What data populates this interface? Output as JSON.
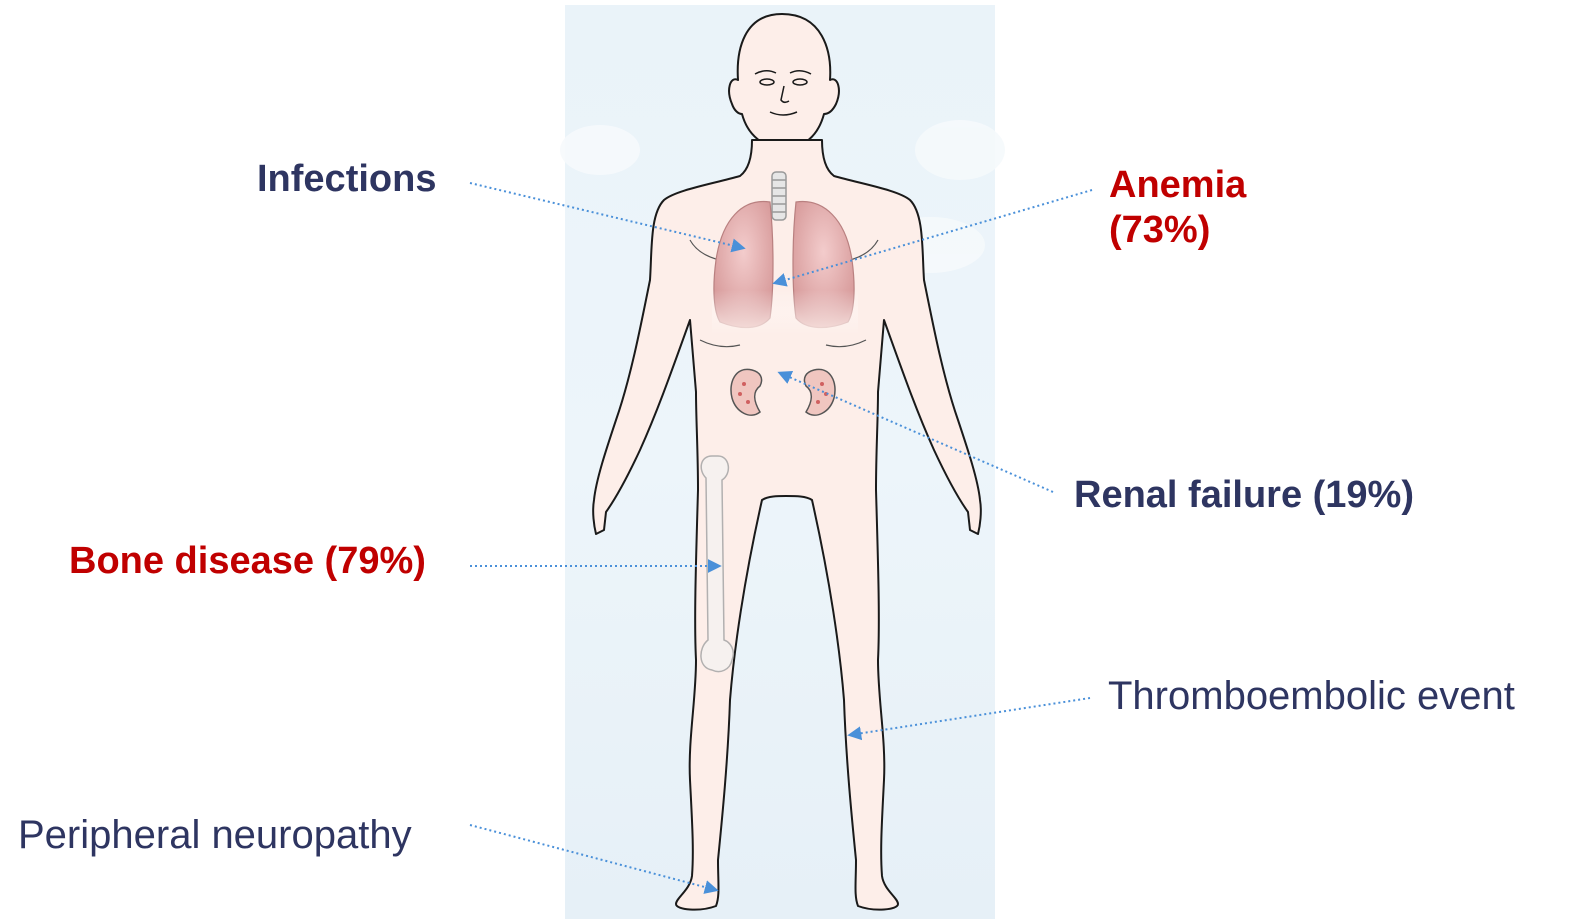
{
  "labels": {
    "infections": "Infections",
    "anemia_line1": "Anemia",
    "anemia_line2": "(73%)",
    "renal_failure": "Renal failure (19%)",
    "bone_disease": "Bone disease (79%)",
    "thromboembolic_event": "Thromboembolic event",
    "peripheral_neuropathy": "Peripheral neuropathy"
  },
  "colors": {
    "highlight": "#c00000",
    "text": "#2e3561",
    "arrow": "#4a90d9",
    "background_panel": "#e8f2f8",
    "skin": "#fdeee9",
    "organ": "#dca2a2"
  },
  "icons": [
    "human-body-illustration",
    "lungs-icon",
    "trachea-icon",
    "kidney-icon",
    "femur-bone-icon"
  ]
}
